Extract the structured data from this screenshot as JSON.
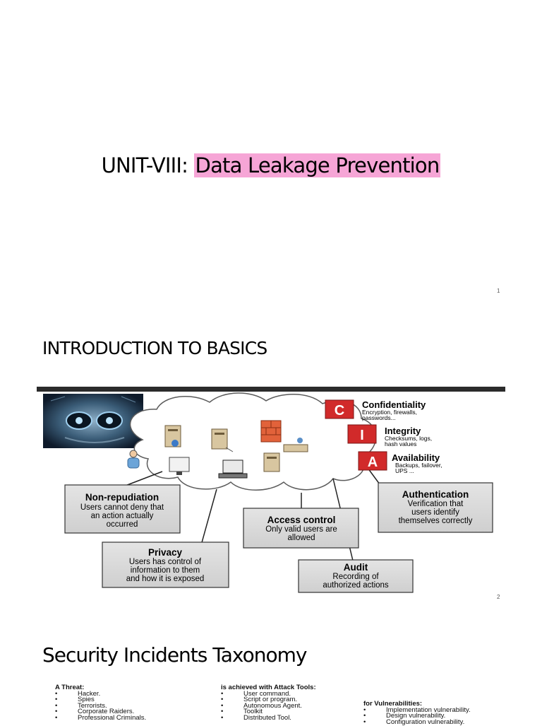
{
  "slide1": {
    "title_prefix": "UNIT-VIII: ",
    "title_highlight": "Data Leakage Prevention",
    "page_number": "1"
  },
  "slide2": {
    "heading": "INTRODUCTION TO BASICS",
    "page_number": "2",
    "cia": {
      "confidentiality": {
        "letter": "C",
        "title": "Confidentiality",
        "line1": "Encryption, firewalls,",
        "line2": "passwords..."
      },
      "integrity": {
        "letter": "I",
        "title": "Integrity",
        "line1": "Checksums, logs,",
        "line2": "hash values"
      },
      "availability": {
        "letter": "A",
        "title": "Availability",
        "line1": "Backups, failover,",
        "line2": "UPS ..."
      }
    },
    "boxes": {
      "non_repudiation": {
        "title": "Non-repudiation",
        "lines": [
          "Users cannot deny that",
          "an action actually",
          "occurred"
        ]
      },
      "privacy": {
        "title": "Privacy",
        "lines": [
          "Users has control of",
          "information to them",
          "and how it is exposed"
        ]
      },
      "access_control": {
        "title": "Access control",
        "lines": [
          "Only valid users are",
          "allowed"
        ]
      },
      "audit": {
        "title": "Audit",
        "lines": [
          "Recording of",
          "authorized actions"
        ]
      },
      "authentication": {
        "title": "Authentication",
        "lines": [
          "Verification that",
          "users identify",
          "themselves correctly"
        ]
      }
    },
    "colors": {
      "cia_red": "#d12a2a",
      "box_fill": "#d9d9d9",
      "cloud_stroke": "#5b5b5b"
    }
  },
  "slide3": {
    "heading": "Security Incidents Taxonomy",
    "threat": {
      "title": "A Threat:",
      "items": [
        "Hacker.",
        "Spies",
        "Terrorists.",
        "Corporate Raiders.",
        "Professional Criminals."
      ]
    },
    "tools": {
      "title": "is achieved with Attack Tools:",
      "items": [
        "User command.",
        "Script or program.",
        "Autonomous Agent.",
        "Toolkit",
        "Distributed Tool."
      ]
    },
    "vulns": {
      "title": "for Vulnerabilities:",
      "items": [
        "Implementation vulnerability.",
        "Design vulnerability.",
        "Configuration vulnerability."
      ]
    }
  }
}
